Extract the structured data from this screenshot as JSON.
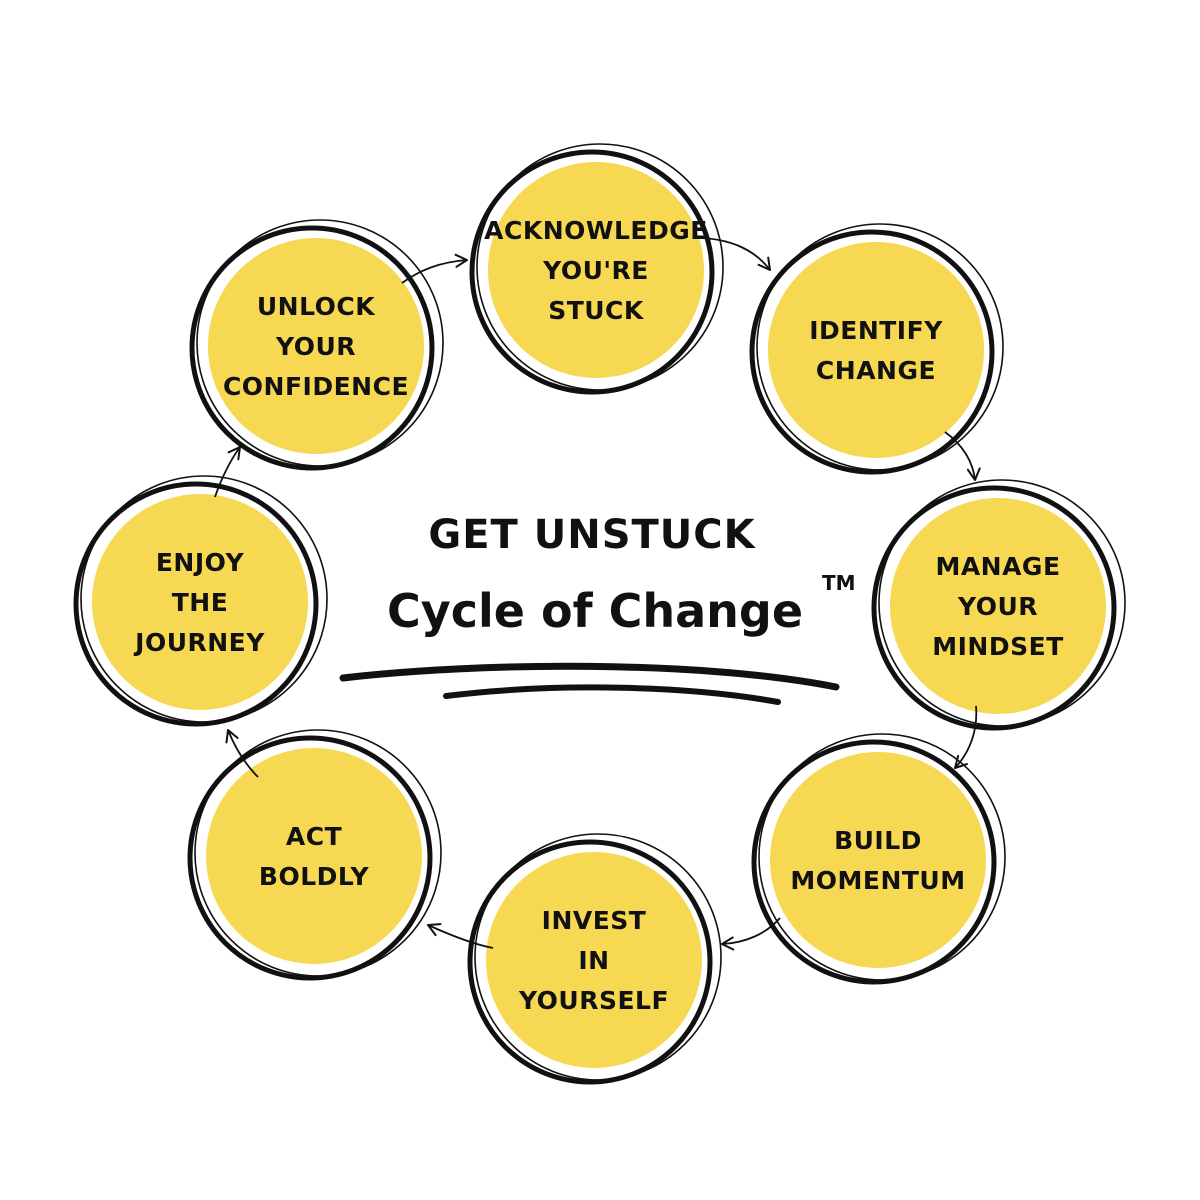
{
  "header": {
    "subtitle": "GET UNSTUCK",
    "title": "Cycle of Change",
    "trademark": "TM"
  },
  "colors": {
    "circle_fill": "#F7D853",
    "ink": "#111111",
    "background": "#FFFFFF"
  },
  "nodes": [
    {
      "id": "acknowledge",
      "lines": [
        "ACKNOWLEDGE",
        "YOU'RE",
        "STUCK"
      ]
    },
    {
      "id": "identify",
      "lines": [
        "IDENTIFY",
        "CHANGE"
      ]
    },
    {
      "id": "manage",
      "lines": [
        "MANAGE",
        "YOUR",
        "MINDSET"
      ]
    },
    {
      "id": "build",
      "lines": [
        "BUILD",
        "MOMENTUM"
      ]
    },
    {
      "id": "invest",
      "lines": [
        "INVEST",
        "IN",
        "YOURSELF"
      ]
    },
    {
      "id": "act",
      "lines": [
        "ACT",
        "BOLDLY"
      ]
    },
    {
      "id": "enjoy",
      "lines": [
        "ENJOY",
        "THE",
        "JOURNEY"
      ]
    },
    {
      "id": "unlock",
      "lines": [
        "UNLOCK",
        "YOUR",
        "CONFIDENCE"
      ]
    }
  ]
}
